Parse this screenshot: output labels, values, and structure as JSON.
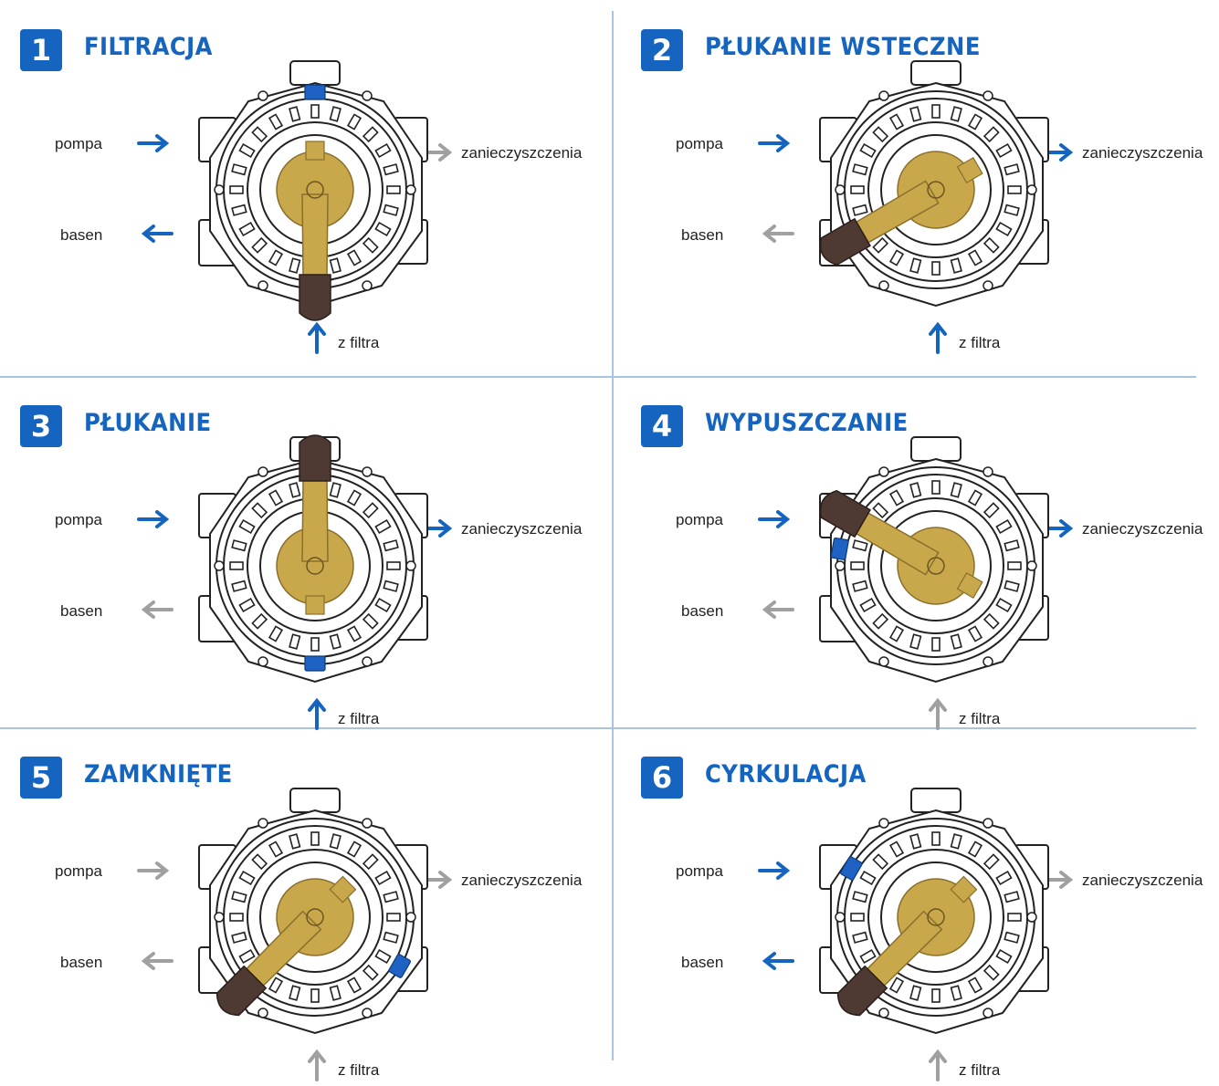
{
  "labels": {
    "pump": "pompa",
    "pool": "basen",
    "waste": "zanieczyszczenia",
    "filter": "z filtra"
  },
  "colors": {
    "accent": "#1565c0",
    "inactive": "#a0a0a0",
    "handle": "#c9a84c",
    "grip": "#4e3a33",
    "marker": "#1e63c4"
  },
  "panels": [
    {
      "number": "1",
      "title": "FILTRACJA",
      "flows": {
        "pump": "active",
        "pool": "active",
        "waste": "inactive",
        "filter": "active"
      }
    },
    {
      "number": "2",
      "title": "PŁUKANIE WSTECZNE",
      "flows": {
        "pump": "active",
        "pool": "inactive",
        "waste": "active",
        "filter": "active"
      }
    },
    {
      "number": "3",
      "title": "PŁUKANIE",
      "flows": {
        "pump": "active",
        "pool": "inactive",
        "waste": "active",
        "filter": "active"
      }
    },
    {
      "number": "4",
      "title": "WYPUSZCZANIE",
      "flows": {
        "pump": "active",
        "pool": "inactive",
        "waste": "active",
        "filter": "inactive"
      }
    },
    {
      "number": "5",
      "title": "ZAMKNIĘTE",
      "flows": {
        "pump": "inactive",
        "pool": "inactive",
        "waste": "inactive",
        "filter": "inactive"
      }
    },
    {
      "number": "6",
      "title": "CYRKULACJA",
      "flows": {
        "pump": "active",
        "pool": "active",
        "waste": "inactive",
        "filter": "inactive"
      }
    }
  ]
}
